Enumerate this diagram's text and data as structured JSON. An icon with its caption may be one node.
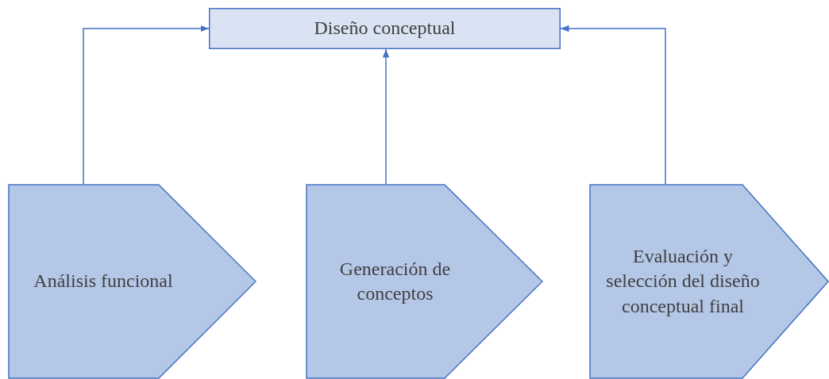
{
  "diagram": {
    "nodes": [
      {
        "text": [
          "Diseño conceptual"
        ]
      },
      {
        "text": [
          "Análisis funcional"
        ]
      },
      {
        "text": [
          "Generación de conceptos"
        ]
      },
      {
        "text": [
          "Evaluación y selección del diseño conceptual final"
        ]
      }
    ],
    "edges": [
      {
        "from": 1,
        "to": 0,
        "arrow": "to"
      },
      {
        "from": 2,
        "to": 0,
        "arrow": "to"
      },
      {
        "from": 3,
        "to": 0,
        "arrow": "to"
      }
    ]
  }
}
